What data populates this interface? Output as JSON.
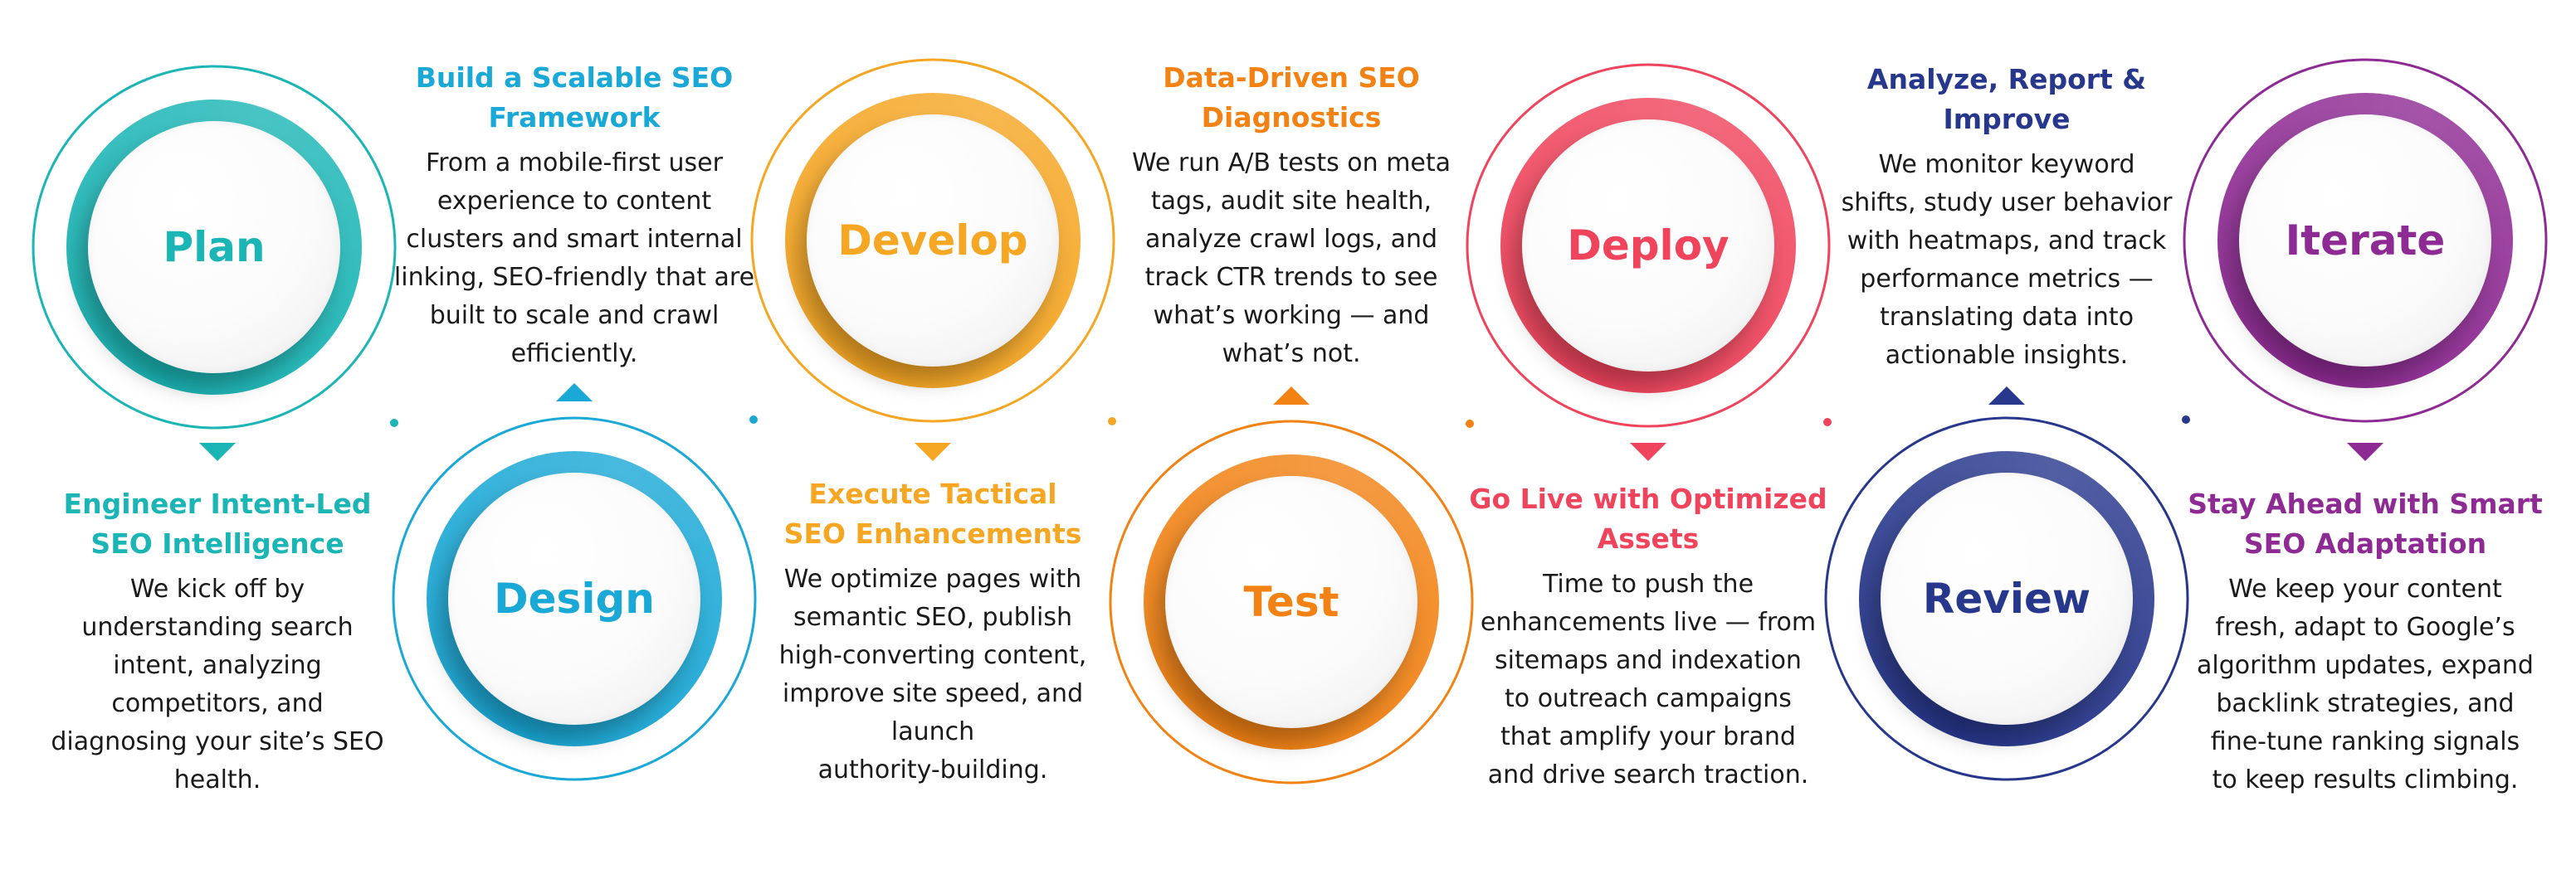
{
  "colors": {
    "plan": "#1bb5b5",
    "design": "#1aa8d6",
    "develop": "#f5a623",
    "test": "#f28214",
    "deploy": "#f0445c",
    "review": "#27378c",
    "iterate": "#8e2a93"
  },
  "stages": [
    {
      "id": "plan",
      "label": "Plan",
      "title_lines": [
        "Engineer Intent-Led",
        "SEO Intelligence"
      ],
      "body_lines": [
        "We kick off by",
        "understanding search",
        "intent, analyzing",
        "competitors, and",
        "diagnosing your site’s SEO",
        "health."
      ]
    },
    {
      "id": "design",
      "label": "Design",
      "title_lines": [
        "Build a Scalable SEO",
        "Framework"
      ],
      "body_lines": [
        "From a mobile-first user",
        "experience to content",
        "clusters and smart internal",
        "linking, SEO-friendly that are",
        "built to scale and crawl",
        "efficiently."
      ]
    },
    {
      "id": "develop",
      "label": "Develop",
      "title_lines": [
        "Execute Tactical",
        "SEO Enhancements"
      ],
      "body_lines": [
        "We optimize pages with",
        "semantic SEO, publish",
        "high-converting content,",
        "improve site speed, and",
        "launch",
        "authority-building."
      ]
    },
    {
      "id": "test",
      "label": "Test",
      "title_lines": [
        "Data-Driven SEO",
        "Diagnostics"
      ],
      "body_lines": [
        "We run A/B tests on meta",
        "tags, audit site health,",
        "analyze crawl logs, and",
        "track CTR trends to see",
        "what’s working — and",
        "what’s not."
      ]
    },
    {
      "id": "deploy",
      "label": "Deploy",
      "title_lines": [
        "Go Live with Optimized",
        "Assets"
      ],
      "body_lines": [
        "Time to push the",
        "enhancements live — from",
        "sitemaps and indexation",
        "to outreach campaigns",
        "that amplify your brand",
        "and drive search traction."
      ]
    },
    {
      "id": "review",
      "label": "Review",
      "title_lines": [
        "Analyze, Report &",
        "Improve"
      ],
      "body_lines": [
        "We monitor keyword",
        "shifts, study user behavior",
        "with heatmaps, and track",
        "performance metrics —",
        "translating data into",
        "actionable insights."
      ]
    },
    {
      "id": "iterate",
      "label": "Iterate",
      "title_lines": [
        "Stay Ahead with Smart",
        "SEO Adaptation"
      ],
      "body_lines": [
        "We keep your content",
        "fresh, adapt to Google’s",
        "algorithm updates, expand",
        "backlink strategies, and",
        "fine-tune ranking signals",
        "to keep results climbing."
      ]
    }
  ]
}
